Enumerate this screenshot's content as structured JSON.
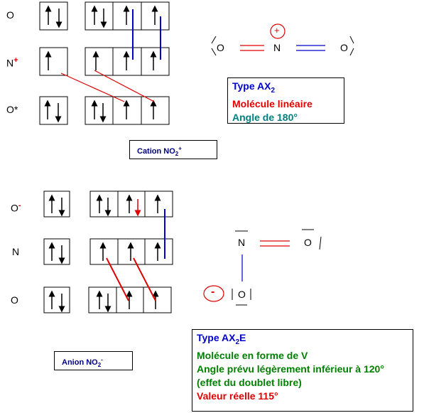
{
  "cation": {
    "atoms": {
      "o_top": "O",
      "n": "N",
      "n_charge": "+",
      "o_bottom": "O*"
    },
    "molecule": {
      "left_o": "O",
      "center_n": "N",
      "right_o": "O",
      "charge": "+"
    },
    "info": {
      "line1_prefix": "Type AX",
      "line1_sub": "2",
      "line2": "Molécule linéaire",
      "line3": "Angle de 180°"
    },
    "caption": {
      "prefix": "Cation NO",
      "sub": "2",
      "sup": "+"
    }
  },
  "anion": {
    "atoms": {
      "o_top": "O",
      "o_charge": "-",
      "n": "N",
      "o_bottom": "O"
    },
    "molecule": {
      "n": "N",
      "o_right": "O",
      "o_bottom": "O",
      "charge": "-"
    },
    "info": {
      "line1_prefix": "Type AX",
      "line1_sub": "2",
      "line1_suffix": "E",
      "line2": "Molécule en forme de V",
      "line3": "Angle prévu légèrement inférieur à 120°",
      "line4": "(effet du doublet libre)",
      "line5": "Valeur réelle 115°"
    },
    "caption": {
      "prefix": "Anion NO",
      "sub": "2",
      "sup": "-"
    }
  },
  "colors": {
    "blue": "#0000cc",
    "red": "#e00000",
    "teal": "#008080",
    "green": "#008000",
    "navy": "#000080"
  }
}
